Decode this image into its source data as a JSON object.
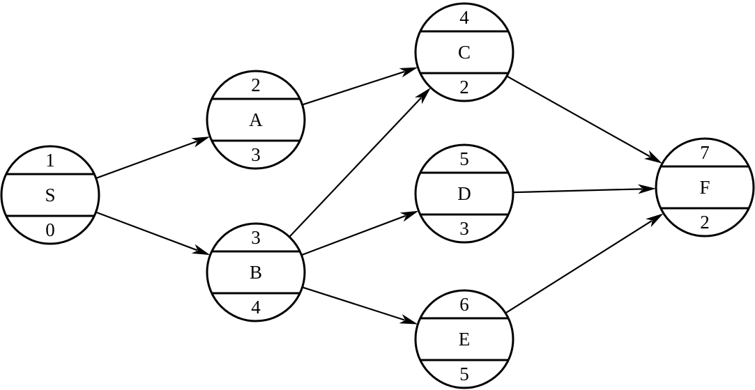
{
  "diagram": {
    "nodes": [
      {
        "id": "S",
        "label": "S",
        "top": "1",
        "bottom": "0"
      },
      {
        "id": "A",
        "label": "A",
        "top": "2",
        "bottom": "3"
      },
      {
        "id": "B",
        "label": "B",
        "top": "3",
        "bottom": "4"
      },
      {
        "id": "C",
        "label": "C",
        "top": "4",
        "bottom": "2"
      },
      {
        "id": "D",
        "label": "D",
        "top": "5",
        "bottom": "3"
      },
      {
        "id": "E",
        "label": "E",
        "top": "6",
        "bottom": "5"
      },
      {
        "id": "F",
        "label": "F",
        "top": "7",
        "bottom": "2"
      }
    ],
    "edges": [
      {
        "from": "S",
        "to": "A"
      },
      {
        "from": "S",
        "to": "B"
      },
      {
        "from": "A",
        "to": "C"
      },
      {
        "from": "B",
        "to": "C"
      },
      {
        "from": "B",
        "to": "D"
      },
      {
        "from": "B",
        "to": "E"
      },
      {
        "from": "C",
        "to": "F"
      },
      {
        "from": "D",
        "to": "F"
      },
      {
        "from": "E",
        "to": "F"
      }
    ]
  }
}
